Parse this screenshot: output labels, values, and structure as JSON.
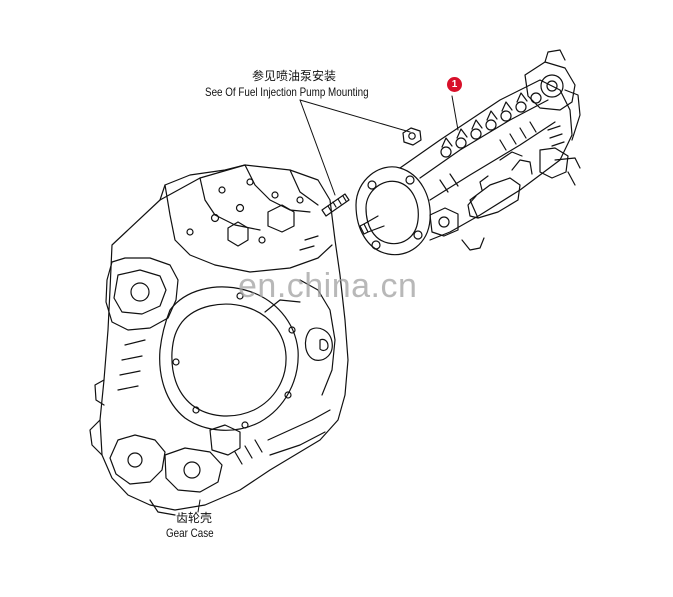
{
  "labels": {
    "pump_mounting_cn": "参见喷油泵安装",
    "pump_mounting_en": "See Of Fuel Injection Pump Mounting",
    "gear_case_cn": "齿轮壳",
    "gear_case_en": "Gear Case"
  },
  "callout": {
    "number": "1",
    "color": "#d8102a"
  },
  "watermark": {
    "text": "en.china.cn",
    "color": "#a0a0a0"
  }
}
